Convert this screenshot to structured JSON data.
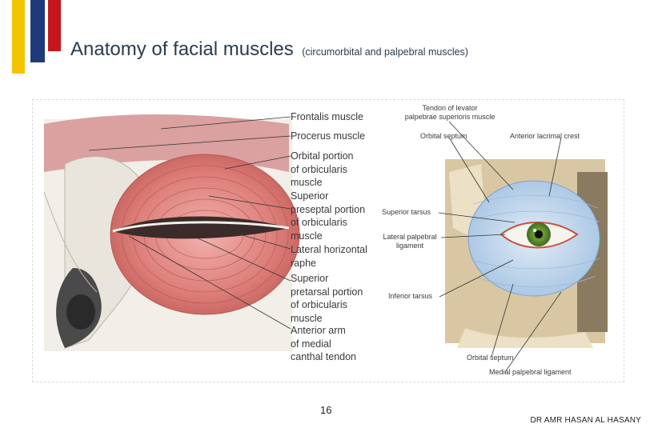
{
  "slide": {
    "title": "Anatomy of facial muscles",
    "subtitle": "(circumorbital and palpebral muscles)",
    "page_number": "16",
    "author": "DR AMR HASAN AL HASANY",
    "accent_colors": {
      "navy": "#1f3a78",
      "red": "#c4161c",
      "yellow": "#f5c400"
    }
  },
  "left_figure": {
    "labels": [
      {
        "lines": [
          "Frontalis muscle"
        ]
      },
      {
        "lines": [
          "Procerus muscle"
        ]
      },
      {
        "lines": [
          "Orbital portion",
          "of orbicularis",
          "muscle"
        ]
      },
      {
        "lines": [
          "Superior",
          "preseptal portion",
          "of orbicularis",
          "muscle"
        ]
      },
      {
        "lines": [
          "Lateral horizontal",
          "raphe"
        ]
      },
      {
        "lines": [
          "Superior",
          "pretarsal portion",
          "of orbicularis",
          "muscle"
        ]
      },
      {
        "lines": [
          "Anterior arm",
          "of medial",
          "canthal tendon"
        ]
      }
    ]
  },
  "right_figure": {
    "labels": [
      {
        "lines": [
          "Tendon of levator",
          "palpebrae superioris muscle"
        ]
      },
      {
        "lines": [
          "Orbital septum"
        ]
      },
      {
        "lines": [
          "Anterior lacrimal crest"
        ]
      },
      {
        "lines": [
          "Superior tarsus"
        ]
      },
      {
        "lines": [
          "Lateral palpebral",
          "ligament"
        ]
      },
      {
        "lines": [
          "Inferior tarsus"
        ]
      },
      {
        "lines": [
          "Orbital septum"
        ]
      },
      {
        "lines": [
          "Medial palpebral ligament"
        ]
      }
    ]
  }
}
